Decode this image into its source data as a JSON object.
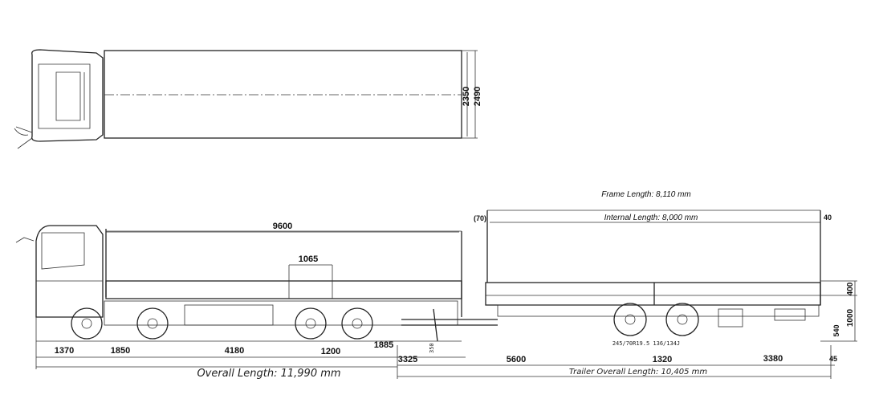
{
  "top_view": {
    "inner_width": "2350",
    "outer_width": "2490"
  },
  "side_view": {
    "body_length": "9600",
    "gate_width": "1065",
    "frame_length": "Frame Length: 8,110 mm",
    "internal_length": "Internal Length: 8,000 mm",
    "front_offset": "(70)",
    "rear_offset": "40",
    "side_height": "400",
    "deck_height": "1000",
    "hitch_height": "540",
    "tire_spec": "245/70R19.5 136/134J",
    "tow_height": "350",
    "truck_dims": [
      "1370",
      "1850",
      "4180",
      "1200"
    ],
    "drawbar": "1885",
    "trailer_dims": [
      "3325",
      "5600",
      "1320",
      "3380",
      "45"
    ],
    "overall_length": "Overall Length: 11,990 mm",
    "trailer_overall_length": "Trailer Overall Length: 10,405 mm"
  }
}
